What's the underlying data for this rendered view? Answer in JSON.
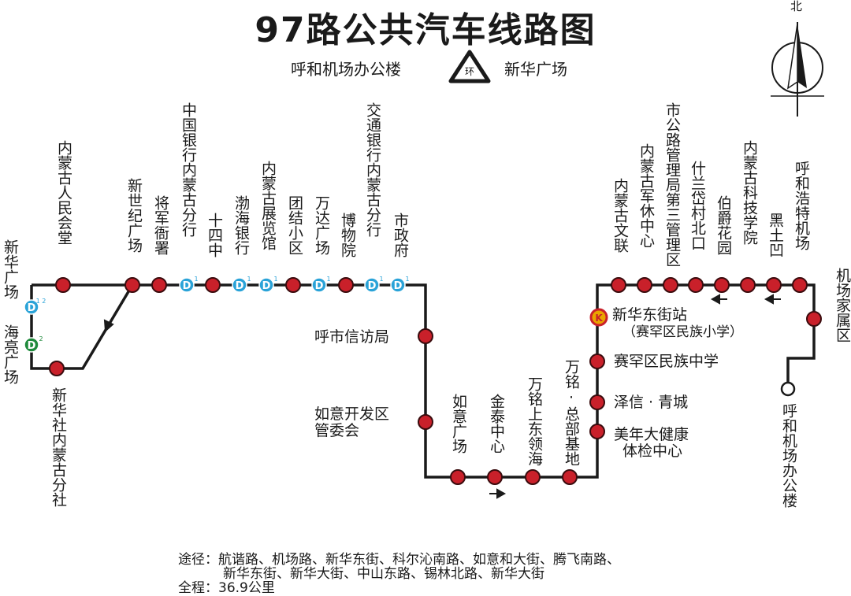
{
  "title": "97路公共汽车线路图",
  "terminal_a": "呼和机场办公楼",
  "terminal_b": "新华广场",
  "loop_symbol": "环",
  "compass_north": "北",
  "stations": {
    "s01": "新华广场",
    "s02": "海亮广场",
    "s03": "新华社内蒙古分社",
    "s04": "内蒙古人民会堂",
    "s05": "新世纪广场",
    "s06": "将军衙署",
    "s07": "中国银行内蒙古分行",
    "s08": "十四中",
    "s09": "渤海银行",
    "s10": "内蒙古展览馆",
    "s11": "团结小区",
    "s12": "万达广场",
    "s13": "博物院",
    "s14": "交通银行内蒙古分行",
    "s15": "市政府",
    "s16": "呼市信访局",
    "s17a": "如意开发区",
    "s17b": "管委会",
    "s18": "如意广场",
    "s19": "金泰中心",
    "s20": "万铭上东领海",
    "s21": "万铭·总部基地",
    "s22a": "美年大健康",
    "s22b": "体检中心",
    "s23": "泽信 · 青城",
    "s24": "赛罕区民族中学",
    "s25a": "新华东街站",
    "s25b": "（赛罕区民族小学）",
    "s26": "内蒙古文联",
    "s27": "内蒙古军休中心",
    "s28": "市公路管理局第三管理区",
    "s29": "什兰岱村北口",
    "s30": "伯爵花园",
    "s31": "内蒙古科技学院",
    "s32": "黑土凹",
    "s33": "呼和浩特机场",
    "s34": "机场家属区",
    "s35": "呼和机场办公楼"
  },
  "badges": {
    "metro_letter": "D",
    "kiosk_letter": "K",
    "line1": "1",
    "line2": "2",
    "line12": "1 2"
  },
  "footer": {
    "route_label": "途径：",
    "route_line1": "航谐路、机场路、新华东街、科尔沁南路、如意和大街、腾飞南路、",
    "route_line2": "新华东街、新华大街、中山东路、锡林北路、新华大街",
    "length": "全程：36.9公里"
  },
  "colors": {
    "station": "#c9202a",
    "line": "#1a1a1a",
    "metro_line1": "#2aa3d8",
    "metro_line2": "#1f8a3c",
    "kiosk": "#e9a400"
  }
}
